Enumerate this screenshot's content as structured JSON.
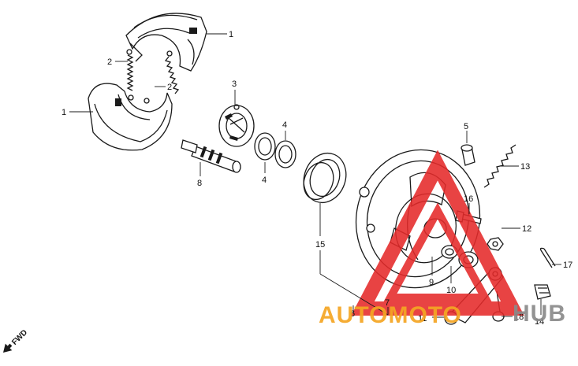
{
  "callouts": {
    "c1a": "1",
    "c1b": "1",
    "c2a": "2",
    "c2b": "2",
    "c3": "3",
    "c4a": "4",
    "c4b": "4",
    "c5": "5",
    "c6": "6",
    "c7": "7",
    "c8": "8",
    "c9": "9",
    "c10": "10",
    "c11": "11",
    "c12": "12",
    "c13": "13",
    "c14": "14",
    "c15": "15",
    "c16": "16",
    "c17": "17",
    "c18": "18"
  },
  "fwd_label": "FWD",
  "watermark": {
    "text_left": "AUTOMOTO",
    "text_right": "HUB",
    "color_orange": "#f5a623",
    "color_red": "#e52a2a",
    "color_gray": "#8a8a8a"
  }
}
